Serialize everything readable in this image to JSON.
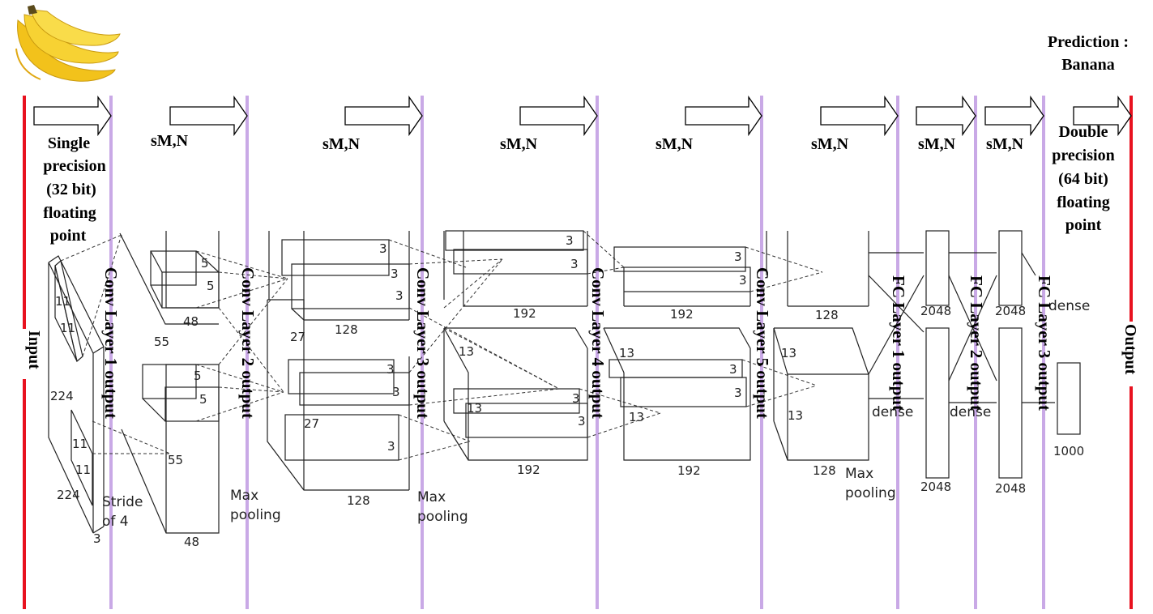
{
  "header": {
    "prediction_line1": "Prediction :",
    "prediction_line2": "Banana",
    "input_image": "banana-image"
  },
  "colors": {
    "boundary": "#e8121f",
    "stage_divider": "#c9a9e6"
  },
  "boundaries": {
    "input_label": "Input",
    "output_label": "Output"
  },
  "precision": {
    "input": [
      "Single",
      "precision",
      "(32 bit)",
      "floating",
      "point"
    ],
    "output": [
      "Double",
      "precision",
      "(64 bit)",
      "floating",
      "point"
    ]
  },
  "format_label": "sM,N",
  "stages": [
    "Conv Layer 1 output",
    "Conv Layer 2 output",
    "Conv Layer 3 output",
    "Conv Layer 4 output",
    "Conv Layer 5 output",
    "FC Layer 1 output",
    "FC Layer 2 output",
    "FC Layer 3 output"
  ],
  "network_labels": {
    "input_size_a": "224",
    "input_size_b": "224",
    "input_depth": "3",
    "kernel1_a": "11",
    "kernel1_b": "11",
    "kernel1_c": "11",
    "kernel1_d": "11",
    "stride_line1": "Stride",
    "stride_line2": "of 4",
    "c1_size": "55",
    "c1_size_b": "55",
    "c1_depth_top": "48",
    "c1_depth_bottom": "48",
    "k2_a": "5",
    "k2_b": "5",
    "k2_c": "5",
    "k2_d": "5",
    "pool1_line1": "Max",
    "pool1_line2": "pooling",
    "c2_size": "27",
    "c2_size_b": "27",
    "c2_depth_top": "128",
    "c2_depth_bottom": "128",
    "k3_a": "3",
    "k3_b": "3",
    "k3_c": "3",
    "k3_d": "3",
    "k3_e": "3",
    "k3_f": "3",
    "pool2_line1": "Max",
    "pool2_line2": "pooling",
    "c3_size": "13",
    "c3_size_b": "13",
    "c3_depth_top": "192",
    "c3_depth_bottom": "192",
    "k4_a": "3",
    "k4_b": "3",
    "k4_c": "3",
    "k4_d": "3",
    "c4_size": "13",
    "c4_size_b": "13",
    "c4_depth_top": "192",
    "c4_depth_bottom": "192",
    "k5_a": "3",
    "k5_b": "3",
    "k5_c": "3",
    "k5_d": "3",
    "c5_size": "13",
    "c5_size_b": "13",
    "c5_depth_top": "128",
    "c5_depth_bottom": "128",
    "pool3_line1": "Max",
    "pool3_line2": "pooling",
    "fc1_top": "2048",
    "fc1_bottom": "2048",
    "fc2_top": "2048",
    "fc2_bottom": "2048",
    "fc3_size": "1000",
    "dense_a": "dense",
    "dense_b": "dense",
    "dense_c": "dense"
  }
}
